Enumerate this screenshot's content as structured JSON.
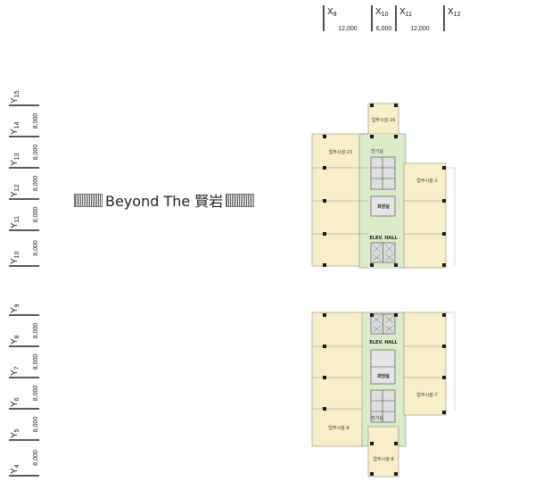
{
  "x_axes": [
    {
      "label": "X",
      "sub": "9"
    },
    {
      "label": "X",
      "sub": "10"
    },
    {
      "label": "X",
      "sub": "11"
    },
    {
      "label": "X",
      "sub": "12"
    }
  ],
  "x_dims": [
    "12,000",
    "6,000",
    "12,000"
  ],
  "upper_y_axes": [
    {
      "label": "Y",
      "sub": "15"
    },
    {
      "label": "Y",
      "sub": "14"
    },
    {
      "label": "Y",
      "sub": "13"
    },
    {
      "label": "Y",
      "sub": "12"
    },
    {
      "label": "Y",
      "sub": "11"
    },
    {
      "label": "Y",
      "sub": "10"
    }
  ],
  "upper_y_dims": [
    "8,000",
    "8,000",
    "8,000",
    "8,000",
    "8,000"
  ],
  "lower_y_axes": [
    {
      "label": "Y",
      "sub": "9"
    },
    {
      "label": "Y",
      "sub": "8"
    },
    {
      "label": "Y",
      "sub": "7"
    },
    {
      "label": "Y",
      "sub": "6"
    },
    {
      "label": "Y",
      "sub": "5"
    },
    {
      "label": "Y",
      "sub": "4"
    }
  ],
  "lower_y_dims": [
    "8,000",
    "8,000",
    "8,000",
    "8,000",
    "8,000"
  ],
  "brand": {
    "text": "Beyond The 賢岩"
  },
  "upper_plan": {
    "office_top": "업무시설-16",
    "office_left": "업무시설-15",
    "office_right": "업무시설-1",
    "small_room": "전기실",
    "restroom": "화장실",
    "elev_hall": "ELEV. HALL"
  },
  "lower_plan": {
    "elev_hall": "ELEV. HALL",
    "restroom": "화장실",
    "office_right": "업무시설-7",
    "small_room": "전기실",
    "office_left": "업무시설-9",
    "office_bottom": "업무시설-8"
  },
  "colors": {
    "office_fill": "#f8efc8",
    "core_fill": "#d9ebc8",
    "line": "#8a8a8a",
    "column": "#1a1a1a"
  }
}
